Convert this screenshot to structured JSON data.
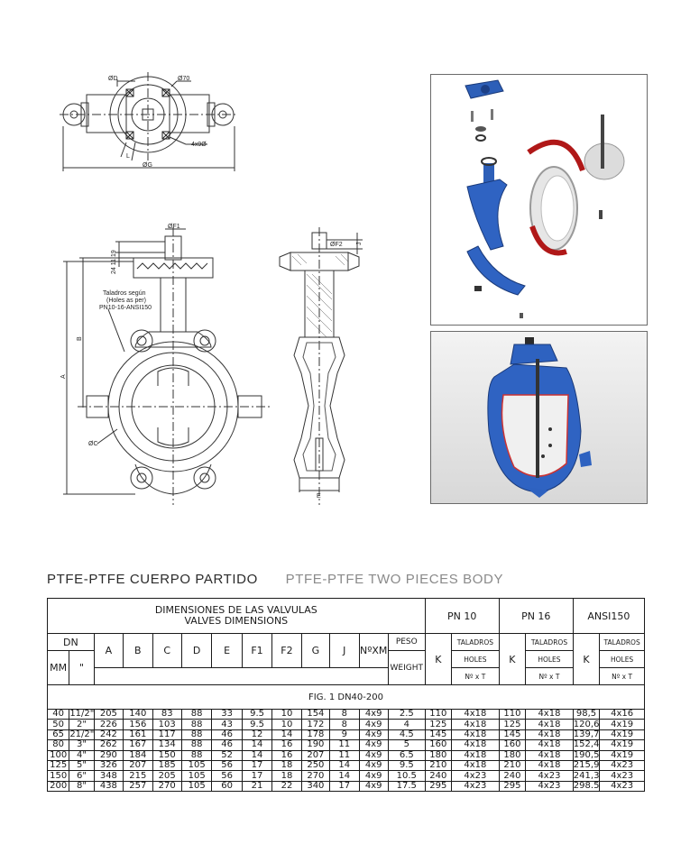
{
  "drawing_labels": {
    "top_view": {
      "d": "ØD",
      "seventy": "Ø70",
      "holes": "4x9Ø",
      "g": "ØG",
      "l": "L"
    },
    "front_view": {
      "f1": "ØF1",
      "dims_vertical": "24  11  19",
      "a": "A",
      "b": "B",
      "c": "ØC",
      "note_line1": "Taladros según",
      "note_line2": "(Holes as per)",
      "note_line3": "PN10-16-ANSI150"
    },
    "side_view": {
      "f2": "ØF2",
      "j": "J",
      "e": "E"
    }
  },
  "heading": {
    "spanish": "PTFE-PTFE CUERPO PARTIDO",
    "english": "PTFE-PTFE TWO PIECES BODY"
  },
  "table": {
    "title_es": "DIMENSIONES DE LAS VALVULAS",
    "title_en": "VALVES DIMENSIONS",
    "pn10": "PN 10",
    "pn16": "PN 16",
    "ansi": "ANSI150",
    "dn": "DN",
    "mm": "MM",
    "inch": "\"",
    "cols": [
      "A",
      "B",
      "C",
      "D",
      "E",
      "F1",
      "F2",
      "G",
      "J",
      "NºXM"
    ],
    "peso": "PESO",
    "weight": "WEIGHT",
    "k": "K",
    "taladros": "TALADROS",
    "holes": "HOLES",
    "nxt": "Nº x T",
    "fig": "FIG. 1  DN40-200",
    "rows": [
      [
        "40",
        "11/2\"",
        "205",
        "140",
        "83",
        "88",
        "33",
        "9.5",
        "10",
        "154",
        "8",
        "4x9",
        "2.5",
        "110",
        "4x18",
        "110",
        "4x18",
        "98,5",
        "4x16"
      ],
      [
        "50",
        "2\"",
        "226",
        "156",
        "103",
        "88",
        "43",
        "9.5",
        "10",
        "172",
        "8",
        "4x9",
        "4",
        "125",
        "4x18",
        "125",
        "4x18",
        "120,6",
        "4x19"
      ],
      [
        "65",
        "21/2\"",
        "242",
        "161",
        "117",
        "88",
        "46",
        "12",
        "14",
        "178",
        "9",
        "4x9",
        "4.5",
        "145",
        "4x18",
        "145",
        "4x18",
        "139,7",
        "4x19"
      ],
      [
        "80",
        "3\"",
        "262",
        "167",
        "134",
        "88",
        "46",
        "14",
        "16",
        "190",
        "11",
        "4x9",
        "5",
        "160",
        "4x18",
        "160",
        "4x18",
        "152,4",
        "4x19"
      ],
      [
        "100",
        "4\"",
        "290",
        "184",
        "150",
        "88",
        "52",
        "14",
        "16",
        "207",
        "11",
        "4x9",
        "6.5",
        "180",
        "4x18",
        "180",
        "4x18",
        "190,5",
        "4x19"
      ],
      [
        "125",
        "5\"",
        "326",
        "207",
        "185",
        "105",
        "56",
        "17",
        "18",
        "250",
        "14",
        "4x9",
        "9.5",
        "210",
        "4x18",
        "210",
        "4x18",
        "215,9",
        "4x23"
      ],
      [
        "150",
        "6\"",
        "348",
        "215",
        "205",
        "105",
        "56",
        "17",
        "18",
        "270",
        "14",
        "4x9",
        "10.5",
        "240",
        "4x23",
        "240",
        "4x23",
        "241,3",
        "4x23"
      ],
      [
        "200",
        "8\"",
        "438",
        "257",
        "270",
        "105",
        "60",
        "21",
        "22",
        "340",
        "17",
        "4x9",
        "17.5",
        "295",
        "4x23",
        "295",
        "4x23",
        "298.5",
        "4x23"
      ]
    ]
  }
}
